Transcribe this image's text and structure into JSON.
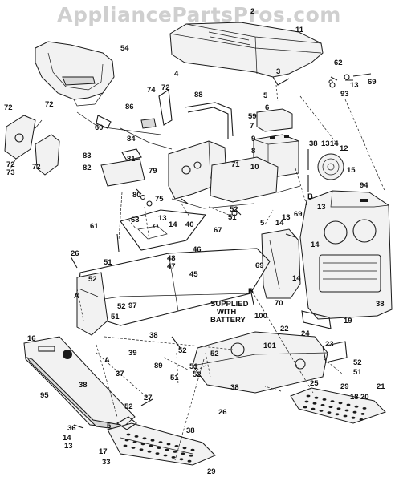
{
  "watermark": "AppliancePartsPros.com",
  "note": {
    "line1": "SUPPLIED",
    "line2": "WITH",
    "line3": "BATTERY"
  },
  "labels": {
    "l2": "2",
    "l11": "11",
    "l54": "54",
    "l4": "4",
    "l3": "3",
    "l62": "62",
    "l69a": "69",
    "l13a": "13",
    "l93": "93",
    "l5a": "5",
    "l6": "6",
    "l59": "59",
    "l7": "7",
    "l72a": "72",
    "l72b": "72",
    "l72c": "72",
    "l72d": "72",
    "l72e": "72",
    "l73": "73",
    "l74": "74",
    "l86": "86",
    "l88": "88",
    "l60": "60",
    "l84": "84",
    "l83": "83",
    "l81": "81",
    "l82": "82",
    "l79": "79",
    "l80": "80",
    "l9": "9",
    "l8": "8",
    "l10": "10",
    "l38a": "38",
    "l13b": "13",
    "l14a": "14",
    "l12": "12",
    "l15": "15",
    "l71": "71",
    "l75": "75",
    "l13c": "13",
    "l14b": "14",
    "l40": "40",
    "l52a": "52",
    "l51a": "51",
    "l67": "67",
    "lB1": "B",
    "l13d": "13",
    "l94": "94",
    "l5b": "5",
    "l13e": "13",
    "l14c": "14",
    "l69b": "69",
    "l63": "63",
    "l61": "61",
    "l46": "46",
    "l48": "48",
    "l47": "47",
    "l26a": "26",
    "l51b": "51",
    "l52b": "52",
    "l45": "45",
    "l14d": "14",
    "l69c": "69",
    "l14e": "14",
    "lA1": "A",
    "l52c": "52",
    "l97": "97",
    "lB2": "B",
    "l70": "70",
    "l38b": "38",
    "l51c": "51",
    "l100": "100",
    "l22": "22",
    "l19": "19",
    "l16": "16",
    "l38c": "38",
    "l39": "39",
    "l101": "101",
    "l24": "24",
    "l23": "23",
    "lA2": "A",
    "l89": "89",
    "l52d": "52",
    "l52e": "52",
    "l52f": "52",
    "l51d": "51",
    "l51e": "51",
    "l37": "37",
    "l38d": "38",
    "l38e": "38",
    "l95": "95",
    "l27": "27",
    "l52g": "52",
    "l26b": "26",
    "l25": "25",
    "l29a": "29",
    "l21": "21",
    "l18": "18",
    "l20": "20",
    "l36": "36",
    "l5c": "5",
    "l14f": "14",
    "l13f": "13",
    "l17": "17",
    "l38f": "38",
    "l33": "33",
    "l29b": "29",
    "l52h": "52",
    "l51f": "51"
  }
}
